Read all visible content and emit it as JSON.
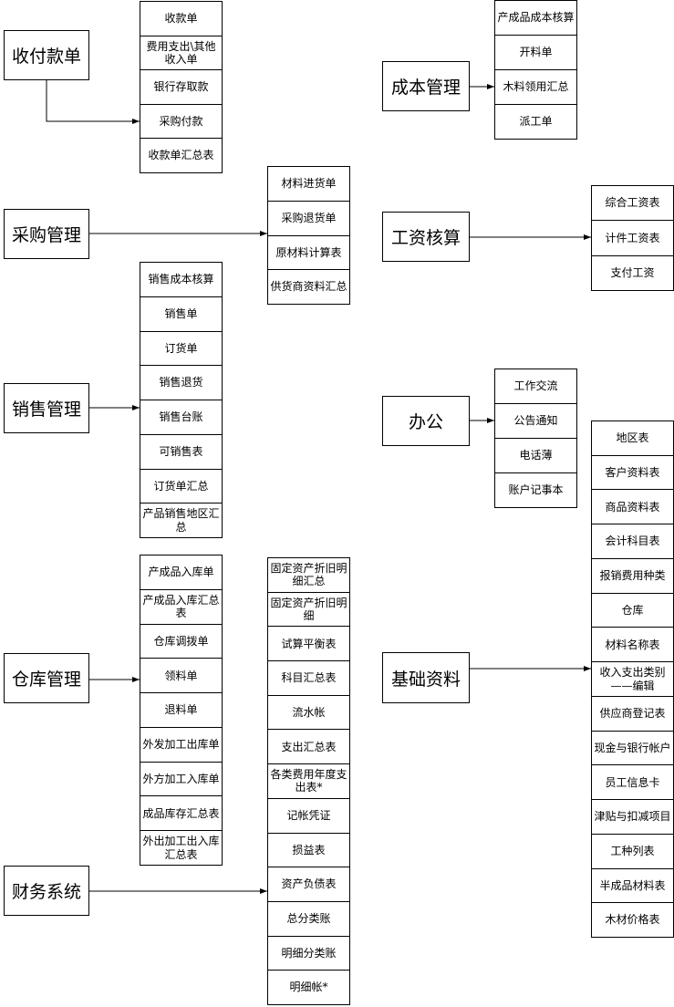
{
  "modules": [
    {
      "label": "收付款单",
      "items": [
        "收款单",
        "费用支出\\其他收入单",
        "银行存取款",
        "采购付款",
        "收款单汇总表"
      ]
    },
    {
      "label": "采购管理",
      "items": [
        "材料进货单",
        "采购退货单",
        "原材料计算表",
        "供货商资料汇总"
      ]
    },
    {
      "label": "销售管理",
      "items": [
        "销售成本核算",
        "销售单",
        "订货单",
        "销售退货",
        "销售台账",
        "可销售表",
        "订货单汇总",
        "产品销售地区汇总"
      ]
    },
    {
      "label": "仓库管理",
      "items": [
        "产成品入库单",
        "产成品入库汇总表",
        "仓库调拨单",
        "领料单",
        "退料单",
        "外发加工出库单",
        "外方加工入库单",
        "成品库存汇总表",
        "外出加工出入库汇总表"
      ]
    },
    {
      "label": "财务系统",
      "items": [
        "固定资产折旧明细汇总",
        "固定资产折旧明细",
        "试算平衡表",
        "科目汇总表",
        "流水帐",
        "支出汇总表",
        "各类费用年度支出表*",
        "记帐凭证",
        "损益表",
        "资产负债表",
        "总分类账",
        "明细分类账",
        "明细帐*"
      ]
    },
    {
      "label": "成本管理",
      "items": [
        "产成品成本核算",
        "开料单",
        "木料领用汇总",
        "派工单"
      ]
    },
    {
      "label": "工资核算",
      "items": [
        "综合工资表",
        "计件工资表",
        "支付工资"
      ]
    },
    {
      "label": "办公",
      "items": [
        "工作交流",
        "公告通知",
        "电话薄",
        "账户记事本"
      ]
    },
    {
      "label": "基础资料",
      "items": [
        "地区表",
        "客户资料表",
        "商品资料表",
        "会计科目表",
        "报销费用种类",
        "仓库",
        "材料名称表",
        "收入支出类别——编辑",
        "供应商登记表",
        "现金与银行帐户",
        "员工信息卡",
        "津贴与扣减项目",
        "工种列表",
        "半成品材料表",
        "木材价格表"
      ]
    }
  ]
}
